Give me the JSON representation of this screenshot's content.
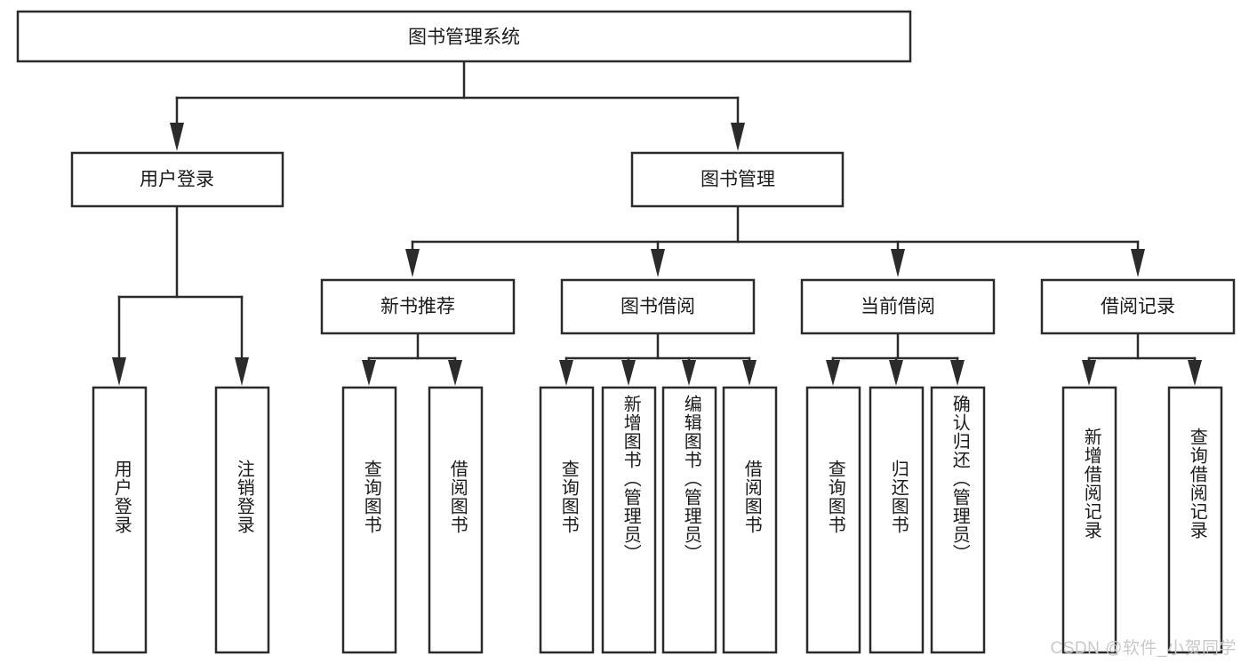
{
  "diagram": {
    "type": "tree-hierarchy",
    "orientation": "top-down",
    "root": {
      "label": "图书管理系统"
    },
    "level2": [
      {
        "label": "用户登录"
      },
      {
        "label": "图书管理"
      }
    ],
    "level3": [
      {
        "label": "新书推荐"
      },
      {
        "label": "图书借阅"
      },
      {
        "label": "当前借阅"
      },
      {
        "label": "借阅记录"
      }
    ],
    "leaves": {
      "user_login": [
        {
          "label": "用户登录"
        },
        {
          "label": "注销登录"
        }
      ],
      "new_book_recommend": [
        {
          "label": "查询图书"
        },
        {
          "label": "借阅图书"
        }
      ],
      "book_borrow": [
        {
          "label": "查询图书"
        },
        {
          "label": "新增图书（管理员）"
        },
        {
          "label": "编辑图书（管理员）"
        },
        {
          "label": "借阅图书"
        }
      ],
      "current_borrow": [
        {
          "label": "查询图书"
        },
        {
          "label": "归还图书"
        },
        {
          "label": "确认归还（管理员）"
        }
      ],
      "borrow_record": [
        {
          "label": "新增借阅记录"
        },
        {
          "label": "查询借阅记录"
        }
      ]
    }
  },
  "watermark": {
    "text": "CSDN @软件_小贺同学"
  },
  "colors": {
    "box_stroke": "#2b2b2b",
    "box_fill": "#ffffff",
    "text": "#1b1b1b",
    "watermark": "#c9c9c9",
    "background": "#ffffff"
  }
}
